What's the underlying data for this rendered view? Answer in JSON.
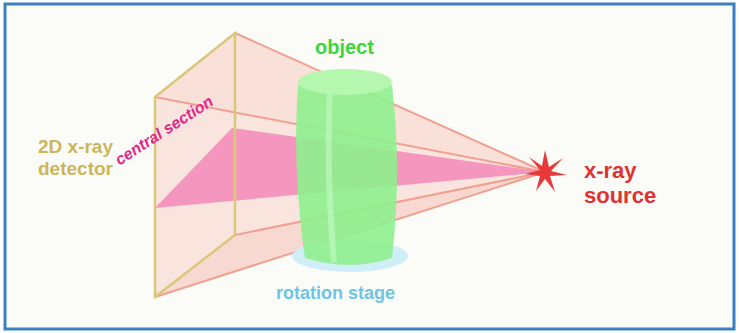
{
  "diagram": {
    "labels": [
      "object",
      "2D x-ray detector",
      "central section",
      "x-ray source",
      "rotation stage"
    ]
  }
}
